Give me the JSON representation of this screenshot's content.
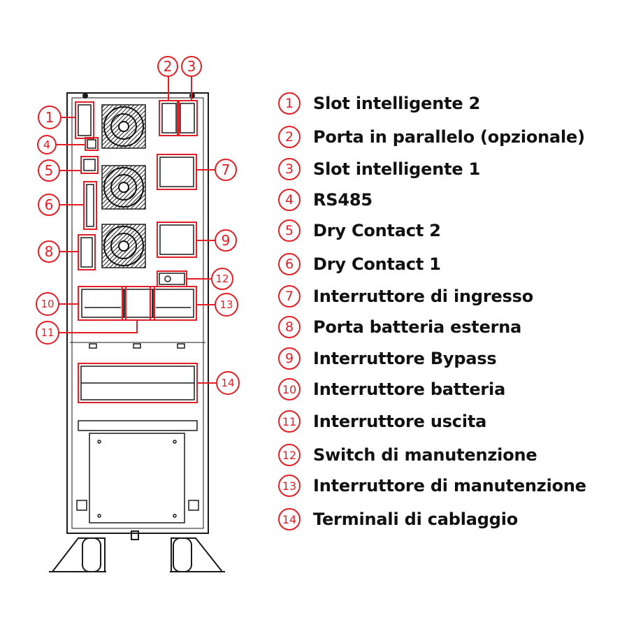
{
  "legend": [
    {
      "num": "1",
      "text": "Slot intelligente 2"
    },
    {
      "num": "2",
      "text": "Porta in parallelo (opzionale)"
    },
    {
      "num": "3",
      "text": "Slot intelligente 1"
    },
    {
      "num": "4",
      "text": "RS485"
    },
    {
      "num": "5",
      "text": "Dry Contact 2"
    },
    {
      "num": "6",
      "text": "Dry Contact 1"
    },
    {
      "num": "7",
      "text": "Interruttore di ingresso"
    },
    {
      "num": "8",
      "text": "Porta batteria esterna"
    },
    {
      "num": "9",
      "text": "Interruttore Bypass"
    },
    {
      "num": "10",
      "text": "Interruttore batteria"
    },
    {
      "num": "11",
      "text": "Interruttore uscita"
    },
    {
      "num": "12",
      "text": "Switch di manutenzione"
    },
    {
      "num": "13",
      "text": "Interruttore di manutenzione"
    },
    {
      "num": "14",
      "text": "Terminali di cablaggio"
    }
  ],
  "callouts": [
    "1",
    "2",
    "3",
    "4",
    "5",
    "6",
    "7",
    "8",
    "9",
    "10",
    "11",
    "12",
    "13",
    "14"
  ],
  "colors": {
    "accent": "#e21f26",
    "line": "#1a1a1a"
  }
}
